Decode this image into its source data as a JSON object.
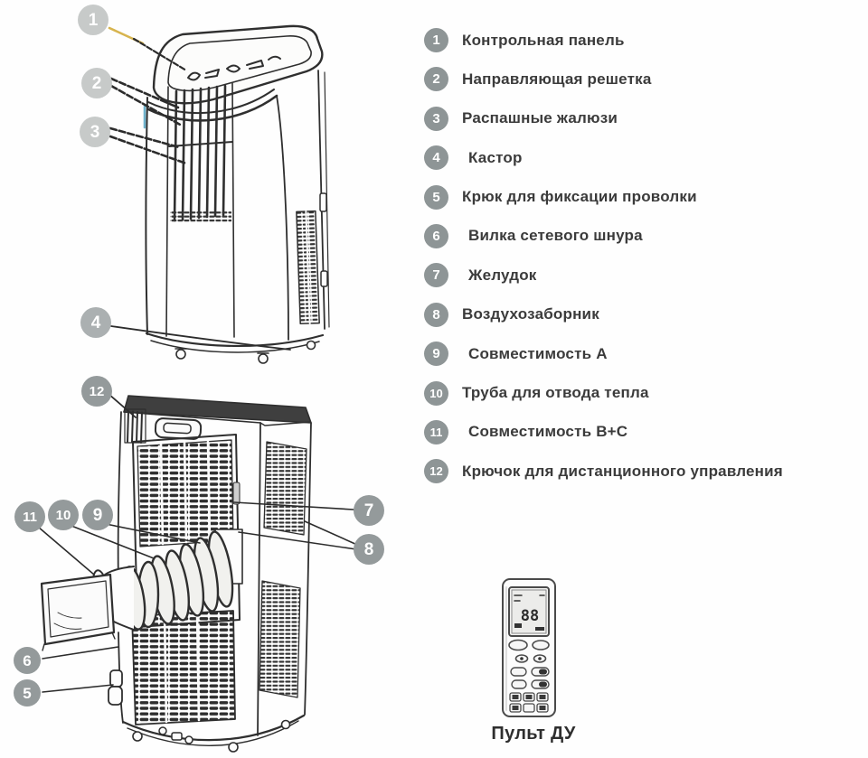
{
  "legend": {
    "items": [
      {
        "num": "1",
        "label": "Контрольная панель"
      },
      {
        "num": "2",
        "label": "Направляющая решетка"
      },
      {
        "num": "3",
        "label": "Распашные жалюзи"
      },
      {
        "num": "4",
        "label": "Кастор"
      },
      {
        "num": "5",
        "label": "Крюк для фиксации проволки"
      },
      {
        "num": "6",
        "label": "Вилка сетевого шнура"
      },
      {
        "num": "7",
        "label": "Желудок"
      },
      {
        "num": "8",
        "label": "Воздухозаборник"
      },
      {
        "num": "9",
        "label": "Совместимость A"
      },
      {
        "num": "10",
        "label": "Труба для отвода тепла"
      },
      {
        "num": "11",
        "label": "Совместимость B+C"
      },
      {
        "num": "12",
        "label": "Крючок для дистанционного управления"
      }
    ]
  },
  "diagram": {
    "callouts": [
      "1",
      "2",
      "3",
      "4",
      "5",
      "6",
      "7",
      "8",
      "9",
      "10",
      "11",
      "12"
    ]
  },
  "remote": {
    "label": "Пульт ДУ",
    "display": "88"
  },
  "colors": {
    "badge_dark": "#8f9697",
    "badge_light": "#c7cac9",
    "ink": "#2f2f2f",
    "accent_yellow": "#d7b44e",
    "accent_blue": "#6fb3cd"
  }
}
